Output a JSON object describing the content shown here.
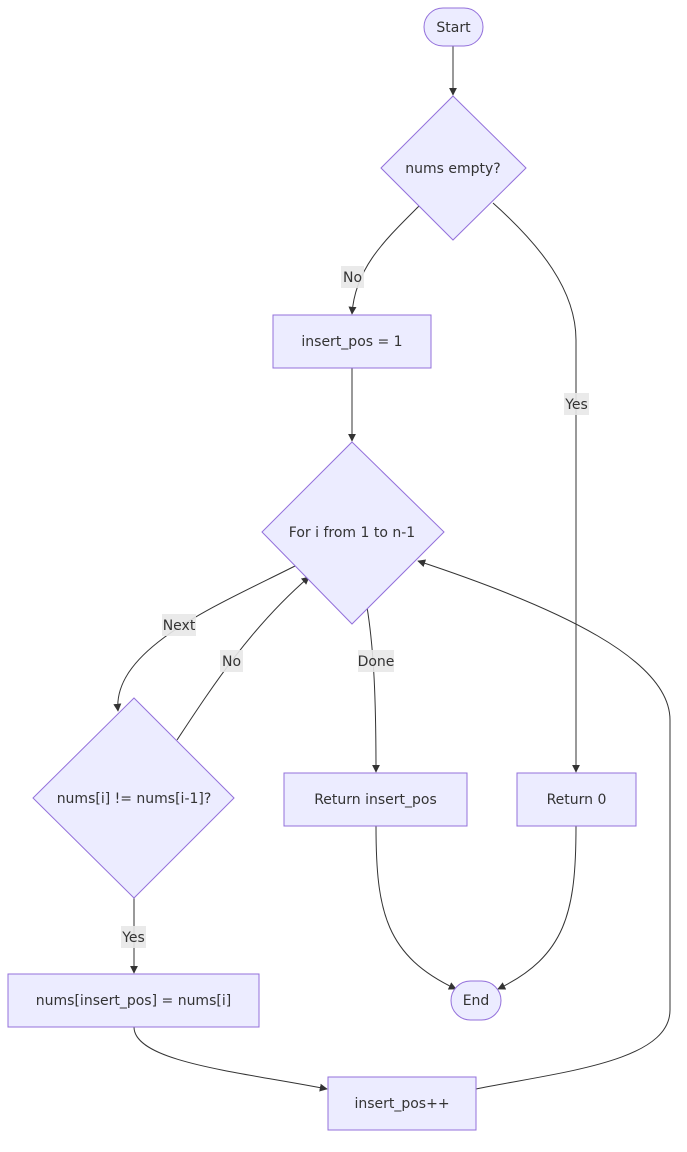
{
  "diagram": {
    "nodes": {
      "start": "Start",
      "nums_empty": "nums empty?",
      "insert_pos_init": "insert_pos = 1",
      "for_loop": "For i from 1 to n-1",
      "compare": "nums[i] != nums[i-1]?",
      "return_insert_pos": "Return insert_pos",
      "return_zero": "Return 0",
      "end": "End",
      "assign": "nums[insert_pos] = nums[i]",
      "increment": "insert_pos++"
    },
    "edges": {
      "no_1": "No",
      "yes_1": "Yes",
      "next": "Next",
      "no_2": "No",
      "done": "Done",
      "yes_2": "Yes"
    }
  },
  "colors": {
    "node_fill": "#ECECFF",
    "node_stroke": "#9370DB",
    "edge": "#333333",
    "label_bg": "#E8E8E8"
  }
}
